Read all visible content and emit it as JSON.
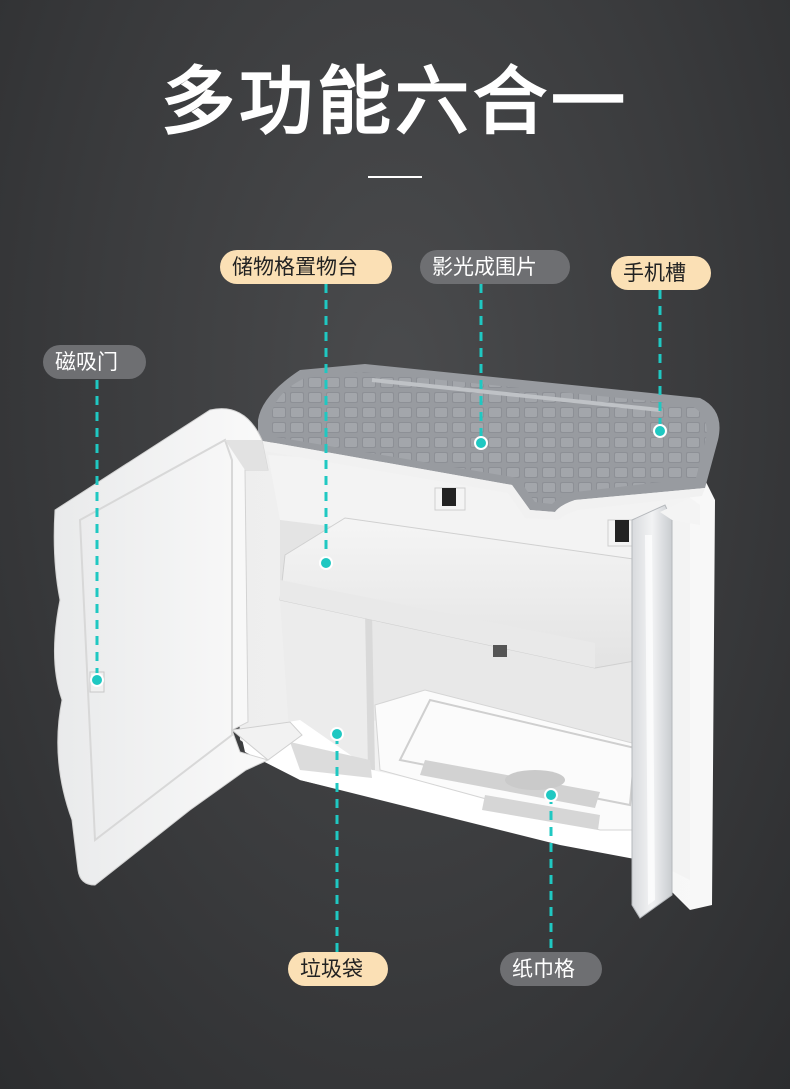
{
  "title": "多功能六合一",
  "labels": {
    "shelf": "储物格置物台",
    "panel": "影光成围片",
    "phone": "手机槽",
    "door": "磁吸门",
    "bag": "垃圾袋",
    "tissue": "纸巾格"
  },
  "colors": {
    "background": "#3a3b3d",
    "accent_line": "#1fc8c2",
    "tag_peach": "#fbe0b5",
    "tag_gray": "#6e6f72",
    "tray": "#9ea1a6"
  }
}
